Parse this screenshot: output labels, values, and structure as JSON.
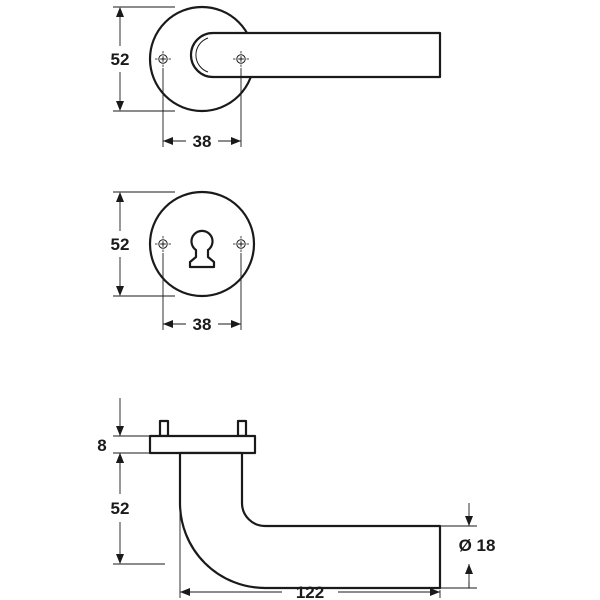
{
  "rose_view": {
    "height_label": "52",
    "screw_spacing_label": "38"
  },
  "escutcheon_view": {
    "height_label": "52",
    "screw_spacing_label": "38"
  },
  "side_view": {
    "rose_thickness_label": "8",
    "lever_height_label": "52",
    "lever_diameter_label": "Ø 18",
    "lever_length_label": "122"
  },
  "colors": {
    "line": "#1a1a1a",
    "background": "#ffffff"
  }
}
